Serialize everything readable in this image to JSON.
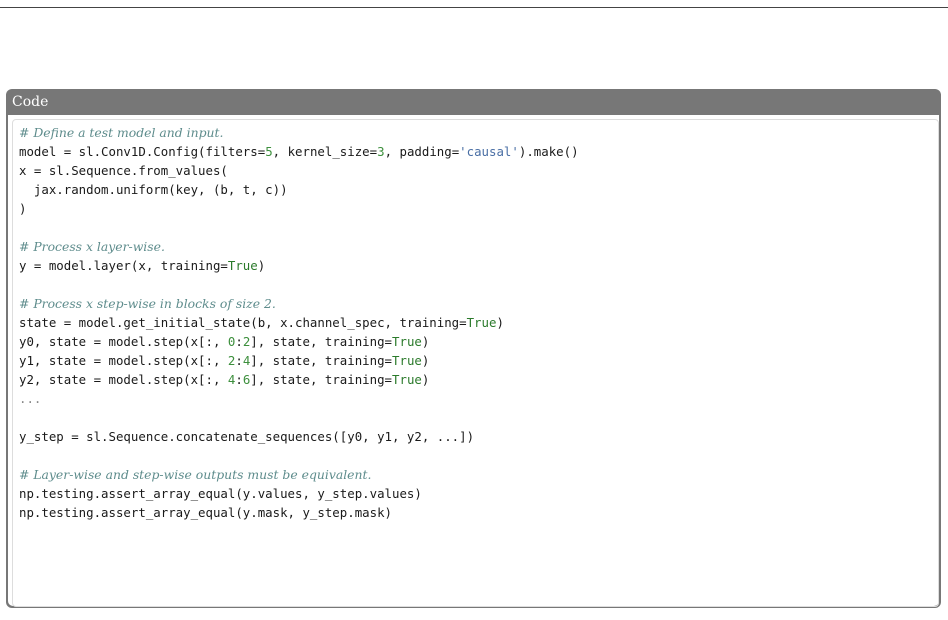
{
  "code_block": {
    "header": "Code",
    "lines": [
      [
        {
          "t": "# Define a test model and input.",
          "c": "comment"
        }
      ],
      [
        {
          "t": "model = sl.Conv1D.Config(filters="
        },
        {
          "t": "5",
          "c": "number"
        },
        {
          "t": ", kernel_size="
        },
        {
          "t": "3",
          "c": "number"
        },
        {
          "t": ", padding="
        },
        {
          "t": "'causal'",
          "c": "string"
        },
        {
          "t": ").make()"
        }
      ],
      [
        {
          "t": "x = sl.Sequence.from_values("
        }
      ],
      [
        {
          "t": "  jax.random.uniform(key, (b, t, c))"
        }
      ],
      [
        {
          "t": ")"
        }
      ],
      [],
      [
        {
          "t": "# Process x layer-wise.",
          "c": "comment"
        }
      ],
      [
        {
          "t": "y = model.layer(x, training="
        },
        {
          "t": "True",
          "c": "kw"
        },
        {
          "t": ")"
        }
      ],
      [],
      [
        {
          "t": "# Process x step-wise in blocks of size 2.",
          "c": "comment"
        }
      ],
      [
        {
          "t": "state = model.get_initial_state(b, x.channel_spec, training="
        },
        {
          "t": "True",
          "c": "kw"
        },
        {
          "t": ")"
        }
      ],
      [
        {
          "t": "y0, state = model.step(x[:, "
        },
        {
          "t": "0",
          "c": "number"
        },
        {
          "t": ":"
        },
        {
          "t": "2",
          "c": "number"
        },
        {
          "t": "], state, training="
        },
        {
          "t": "True",
          "c": "kw"
        },
        {
          "t": ")"
        }
      ],
      [
        {
          "t": "y1, state = model.step(x[:, "
        },
        {
          "t": "2",
          "c": "number"
        },
        {
          "t": ":"
        },
        {
          "t": "4",
          "c": "number"
        },
        {
          "t": "], state, training="
        },
        {
          "t": "True",
          "c": "kw"
        },
        {
          "t": ")"
        }
      ],
      [
        {
          "t": "y2, state = model.step(x[:, "
        },
        {
          "t": "4",
          "c": "number"
        },
        {
          "t": ":"
        },
        {
          "t": "6",
          "c": "number"
        },
        {
          "t": "], state, training="
        },
        {
          "t": "True",
          "c": "kw"
        },
        {
          "t": ")"
        }
      ],
      [
        {
          "t": "...",
          "c": "dots"
        }
      ],
      [],
      [
        {
          "t": "y_step = sl.Sequence.concatenate_sequences([y0, y1, y2, ...])"
        }
      ],
      [],
      [
        {
          "t": "# Layer-wise and step-wise outputs must be equivalent.",
          "c": "comment"
        }
      ],
      [
        {
          "t": "np.testing.assert_array_equal(y.values, y_step.values)"
        }
      ],
      [
        {
          "t": "np.testing.assert_array_equal(y.mask, y_step.mask)"
        }
      ]
    ]
  }
}
